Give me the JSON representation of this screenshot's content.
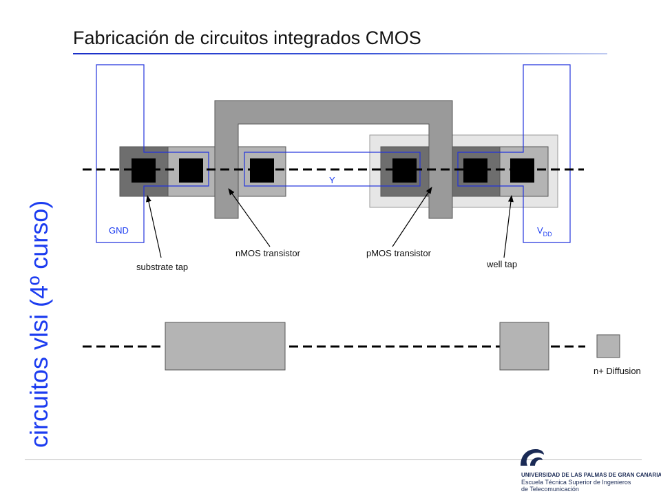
{
  "slide": {
    "title": "Fabricación de circuitos integrados CMOS",
    "side_title": "circuitos vlsi (4º curso)"
  },
  "layout": {
    "gnd_label": "GND",
    "vdd_label": "V",
    "vdd_subscript": "DD",
    "y_label": "Y",
    "substrate_tap_label": "substrate tap",
    "nmos_label": "nMOS transistor",
    "pmos_label": "pMOS transistor",
    "well_tap_label": "well tap"
  },
  "legend": {
    "n_diffusion_label": "n+ Diffusion"
  },
  "footer": {
    "university": "UNIVERSIDAD DE LAS PALMAS DE GRAN CANARIA",
    "school_line1": "Escuela Técnica Superior de Ingenieros",
    "school_line2": "de Telecomunicación"
  },
  "colors": {
    "metal_outline": "#2233dd",
    "poly": "#9a9a9a",
    "n_diffusion": "#b4b4b4",
    "p_diffusion": "#6e6e6e",
    "n_well": "#e6e6e6",
    "contact": "#000000",
    "side_title": "#1c3cf0"
  }
}
